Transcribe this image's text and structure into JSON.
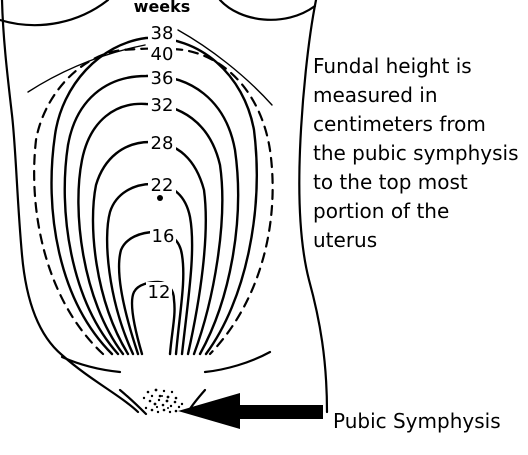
{
  "diagram": {
    "header_label": "weeks",
    "week_labels": [
      "38",
      "40",
      "36",
      "32",
      "28",
      "22",
      "16",
      "12"
    ],
    "description_lines": [
      "Fundal height is",
      "measured in",
      "centimeters from",
      "the pubic symphysis",
      "to the top most",
      "portion of the",
      "uterus"
    ],
    "pointer_label": "Pubic Symphysis",
    "colors": {
      "line": "#000000",
      "background": "#ffffff"
    }
  }
}
